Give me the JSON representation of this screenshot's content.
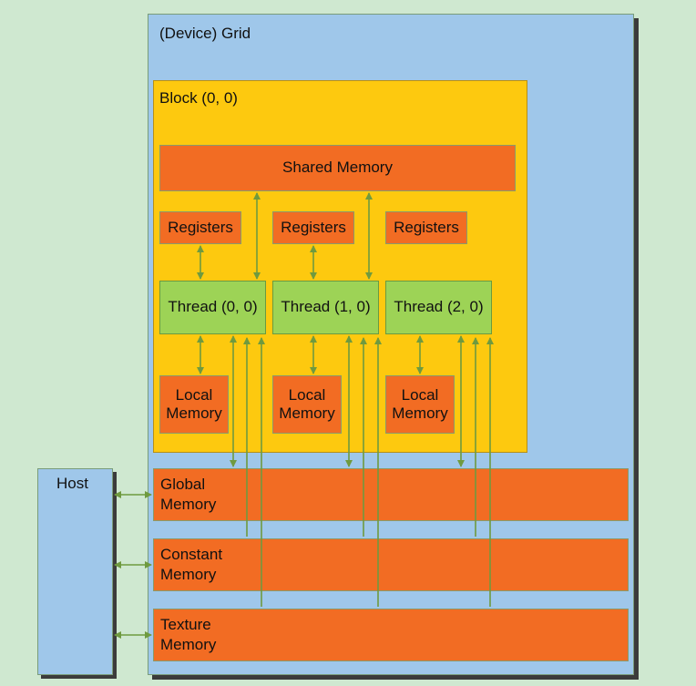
{
  "grid": {
    "title": "(Device) Grid"
  },
  "block": {
    "title": "Block (0, 0)"
  },
  "shared_memory": "Shared Memory",
  "registers": [
    "Registers",
    "Registers",
    "Registers"
  ],
  "threads": [
    "Thread (0, 0)",
    "Thread (1, 0)",
    "Thread (2, 0)"
  ],
  "local_memory": [
    "Local\nMemory",
    "Local\nMemory",
    "Local\nMemory"
  ],
  "host": "Host",
  "global_memory": "Global\nMemory",
  "constant_memory": "Constant\nMemory",
  "texture_memory": "Texture\nMemory",
  "colors": {
    "background": "#cfe8d0",
    "grid": "#9fc7ea",
    "block": "#fdc90f",
    "memory": "#f26c23",
    "thread": "#9dd356",
    "arrow": "#6f9a3f"
  }
}
